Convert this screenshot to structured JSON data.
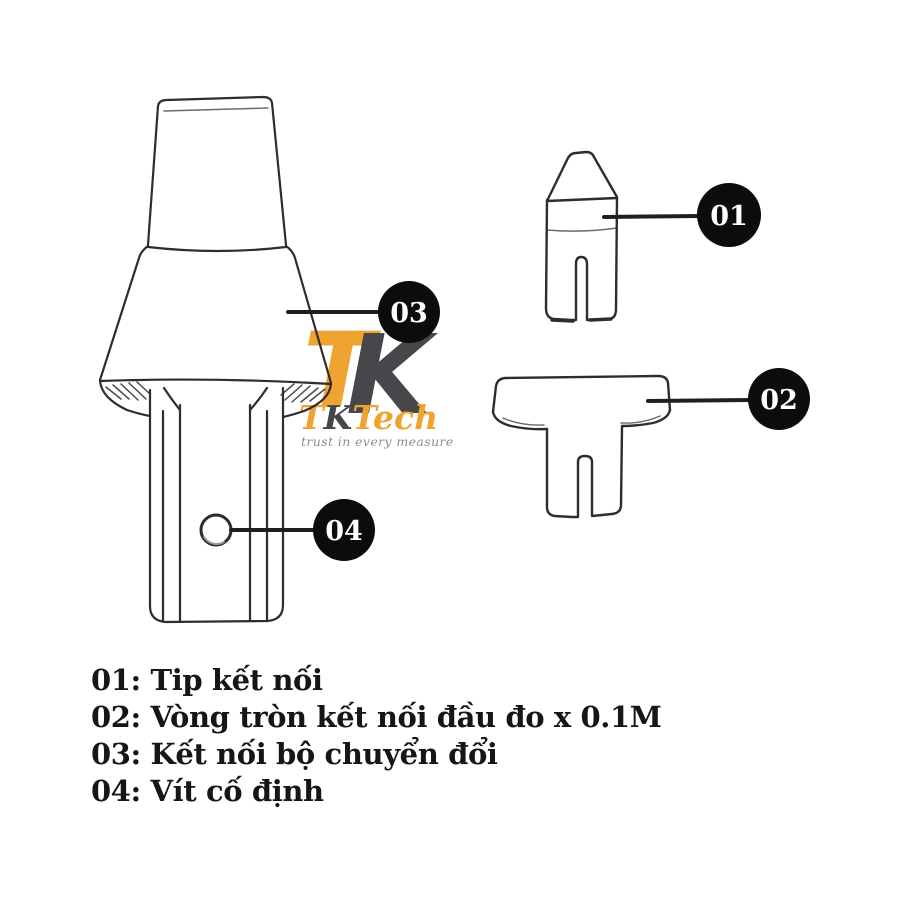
{
  "diagram": {
    "title_hint": "probe connector exploded parts diagram",
    "callouts": {
      "c01": "01",
      "c02": "02",
      "c03": "03",
      "c04": "04"
    }
  },
  "logo": {
    "monogram_t": "T",
    "monogram_k": "K",
    "wordmark_t": "T",
    "wordmark_k": "K",
    "wordmark_tech": "Tech",
    "tagline": "trust in every measure",
    "colors": {
      "orange": "#EFA431",
      "dark": "#47474B",
      "tagline_gray": "#8C8C88"
    }
  },
  "legend": {
    "items": [
      "01: Tip kết nối",
      "02: Vòng tròn kết nối đầu đo x 0.1M",
      "03: Kết nối bộ chuyển đổi",
      "04: Vít cố định"
    ]
  }
}
